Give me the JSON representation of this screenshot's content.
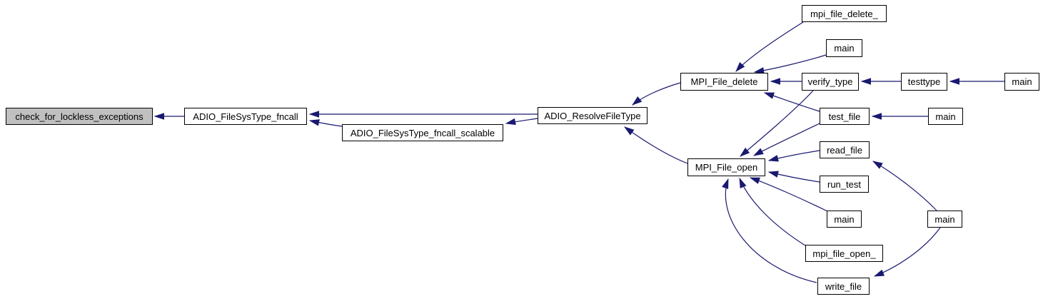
{
  "diagram": {
    "type": "call-graph",
    "direction": "right-to-left",
    "colors": {
      "edge": "#191970",
      "node_fill": "#ffffff",
      "node_border": "#000000",
      "current_node_fill": "#c0c0c0",
      "background": "#ffffff"
    },
    "nodes": [
      {
        "id": "check_for_lockless_exceptions",
        "label": "check_for_lockless_exceptions",
        "current": true
      },
      {
        "id": "adio_filesystype_fncall",
        "label": "ADIO_FileSysType_fncall"
      },
      {
        "id": "adio_filesystype_fncall_scalable",
        "label": "ADIO_FileSysType_fncall_scalable"
      },
      {
        "id": "adio_resolvefiletype",
        "label": "ADIO_ResolveFileType"
      },
      {
        "id": "mpi_file_delete",
        "label": "MPI_File_delete"
      },
      {
        "id": "mpi_file_open",
        "label": "MPI_File_open"
      },
      {
        "id": "mpi_file_delete_",
        "label": "mpi_file_delete_"
      },
      {
        "id": "main_top",
        "label": "main"
      },
      {
        "id": "verify_type",
        "label": "verify_type"
      },
      {
        "id": "testtype",
        "label": "testtype"
      },
      {
        "id": "main_far_right",
        "label": "main"
      },
      {
        "id": "test_file",
        "label": "test_file"
      },
      {
        "id": "main_test_file",
        "label": "main"
      },
      {
        "id": "read_file",
        "label": "read_file"
      },
      {
        "id": "run_test",
        "label": "run_test"
      },
      {
        "id": "main_mid_bottom",
        "label": "main"
      },
      {
        "id": "main_bottom_right",
        "label": "main"
      },
      {
        "id": "mpi_file_open_",
        "label": "mpi_file_open_"
      },
      {
        "id": "write_file",
        "label": "write_file"
      }
    ],
    "edges": [
      {
        "from": "adio_filesystype_fncall",
        "to": "check_for_lockless_exceptions"
      },
      {
        "from": "adio_resolvefiletype",
        "to": "adio_filesystype_fncall"
      },
      {
        "from": "adio_filesystype_fncall_scalable",
        "to": "adio_filesystype_fncall"
      },
      {
        "from": "adio_resolvefiletype",
        "to": "adio_filesystype_fncall_scalable"
      },
      {
        "from": "mpi_file_delete",
        "to": "adio_resolvefiletype"
      },
      {
        "from": "mpi_file_open",
        "to": "adio_resolvefiletype"
      },
      {
        "from": "mpi_file_delete_",
        "to": "mpi_file_delete"
      },
      {
        "from": "main_top",
        "to": "mpi_file_delete"
      },
      {
        "from": "verify_type",
        "to": "mpi_file_delete"
      },
      {
        "from": "test_file",
        "to": "mpi_file_delete"
      },
      {
        "from": "testtype",
        "to": "verify_type"
      },
      {
        "from": "main_far_right",
        "to": "testtype"
      },
      {
        "from": "main_test_file",
        "to": "test_file"
      },
      {
        "from": "verify_type",
        "to": "mpi_file_open"
      },
      {
        "from": "test_file",
        "to": "mpi_file_open"
      },
      {
        "from": "read_file",
        "to": "mpi_file_open"
      },
      {
        "from": "run_test",
        "to": "mpi_file_open"
      },
      {
        "from": "main_mid_bottom",
        "to": "mpi_file_open"
      },
      {
        "from": "mpi_file_open_",
        "to": "mpi_file_open"
      },
      {
        "from": "write_file",
        "to": "mpi_file_open"
      },
      {
        "from": "main_bottom_right",
        "to": "read_file"
      },
      {
        "from": "main_bottom_right",
        "to": "write_file"
      }
    ]
  }
}
